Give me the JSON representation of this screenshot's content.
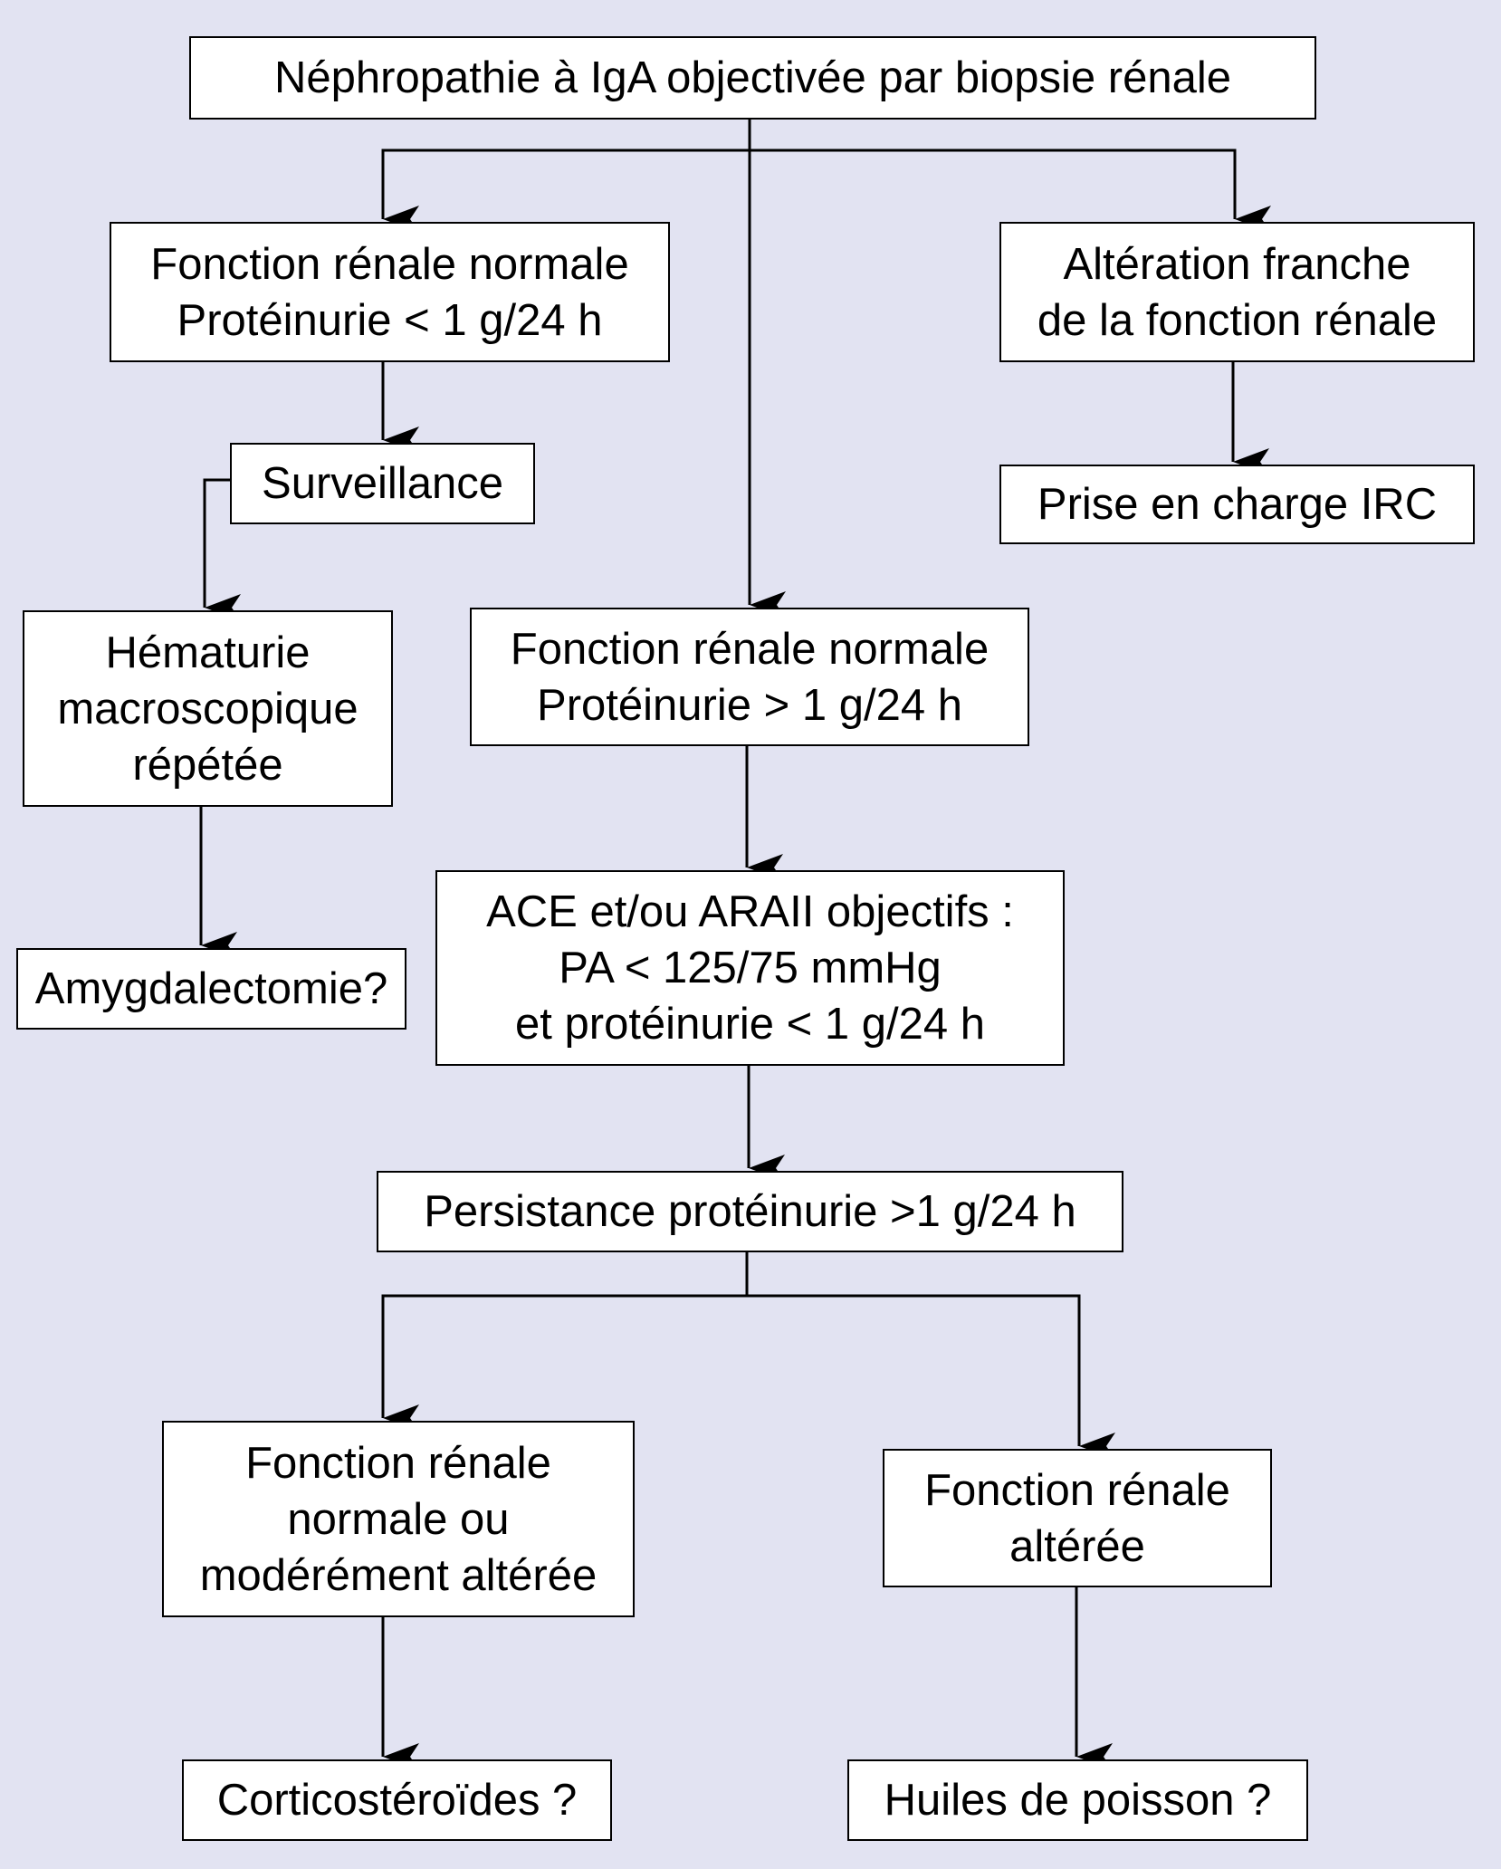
{
  "diagram": {
    "colors": {
      "background": "#e2e3f2",
      "box_fill": "#ffffff",
      "stroke": "#000000"
    },
    "nodes": {
      "root": {
        "lines": [
          "Néphropathie à IgA objectivée par biopsie rénale"
        ]
      },
      "normal_low": {
        "lines": [
          "Fonction rénale normale",
          "Protéinurie < 1 g/24 h"
        ]
      },
      "alteration": {
        "lines": [
          "Altération franche",
          "de la fonction rénale"
        ]
      },
      "surveillance": {
        "lines": [
          "Surveillance"
        ]
      },
      "irc": {
        "lines": [
          "Prise en charge IRC"
        ]
      },
      "hematurie": {
        "lines": [
          "Hématurie",
          "macroscopique",
          "répétée"
        ]
      },
      "normal_high": {
        "lines": [
          "Fonction rénale normale",
          "Protéinurie > 1 g/24 h"
        ]
      },
      "amygdalectomie": {
        "lines": [
          "Amygdalectomie?"
        ]
      },
      "ace": {
        "lines": [
          "ACE et/ou ARAII objectifs :",
          "PA < 125/75 mmHg",
          "et protéinurie < 1 g/24 h"
        ]
      },
      "persistance": {
        "lines": [
          "Persistance protéinurie >1 g/24 h"
        ]
      },
      "moderee": {
        "lines": [
          "Fonction rénale",
          "normale ou",
          "modérément altérée"
        ]
      },
      "alteree": {
        "lines": [
          "Fonction rénale",
          "altérée"
        ]
      },
      "cortico": {
        "lines": [
          "Corticostéroïdes ?"
        ]
      },
      "huiles": {
        "lines": [
          "Huiles de poisson ?"
        ]
      }
    },
    "edges": [
      {
        "from": "root",
        "to": "normal_low"
      },
      {
        "from": "root",
        "to": "alteration"
      },
      {
        "from": "root",
        "to": "normal_high"
      },
      {
        "from": "normal_low",
        "to": "surveillance"
      },
      {
        "from": "surveillance",
        "to": "hematurie"
      },
      {
        "from": "hematurie",
        "to": "amygdalectomie"
      },
      {
        "from": "alteration",
        "to": "irc"
      },
      {
        "from": "normal_high",
        "to": "ace"
      },
      {
        "from": "ace",
        "to": "persistance"
      },
      {
        "from": "persistance",
        "to": "moderee"
      },
      {
        "from": "persistance",
        "to": "alteree"
      },
      {
        "from": "moderee",
        "to": "cortico"
      },
      {
        "from": "alteree",
        "to": "huiles"
      }
    ]
  }
}
